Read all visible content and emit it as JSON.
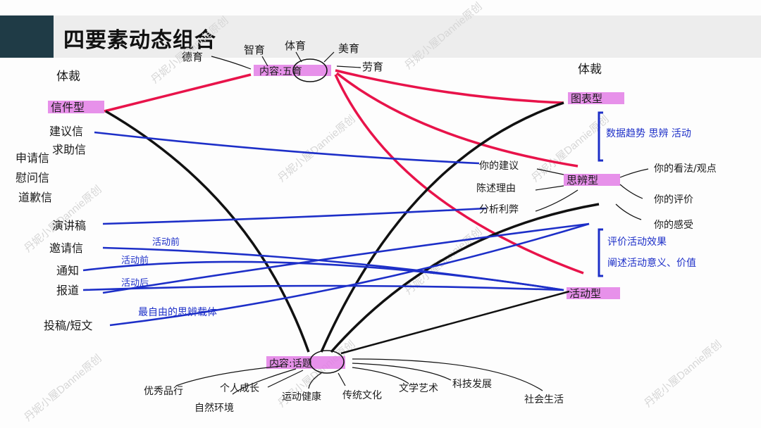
{
  "title": "四要素动态组合",
  "watermark": "丹妮小屋Dannie原创",
  "colors": {
    "pink": "#e8134a",
    "blue": "#1d2fc8",
    "black": "#111111",
    "highlight": "#e37ee6"
  },
  "top": {
    "center": "内容:五育",
    "items": [
      "德育",
      "智育",
      "体育",
      "美育",
      "劳育"
    ]
  },
  "left": {
    "header": "体裁",
    "letter_type": "信件型",
    "letters": [
      "建议信",
      "求助信",
      "申请信",
      "慰问信",
      "道歉信"
    ],
    "others": [
      "演讲稿",
      "邀请信",
      "通知",
      "报道",
      "投稿/短文"
    ]
  },
  "annotations": {
    "before1": "活动前",
    "before2": "活动前",
    "after": "活动后",
    "thought": "最自由的思辨载体"
  },
  "right": {
    "header": "体裁",
    "chart_type": "图表型",
    "chart_notes": "数据趋势 思辨 活动",
    "thinking_type": "思辨型",
    "thinking_left": [
      "你的建议",
      "陈述理由",
      "分析利弊"
    ],
    "thinking_right": [
      "你的看法/观点",
      "你的评价",
      "你的感受"
    ],
    "activity_notes": [
      "评价活动效果",
      "阐述活动意义、价值"
    ],
    "activity_type": "活动型"
  },
  "bottom": {
    "center": "内容:话题",
    "items": [
      "优秀品行",
      "自然环境",
      "个人成长",
      "运动健康",
      "传统文化",
      "文学艺术",
      "科技发展",
      "社会生活"
    ]
  }
}
